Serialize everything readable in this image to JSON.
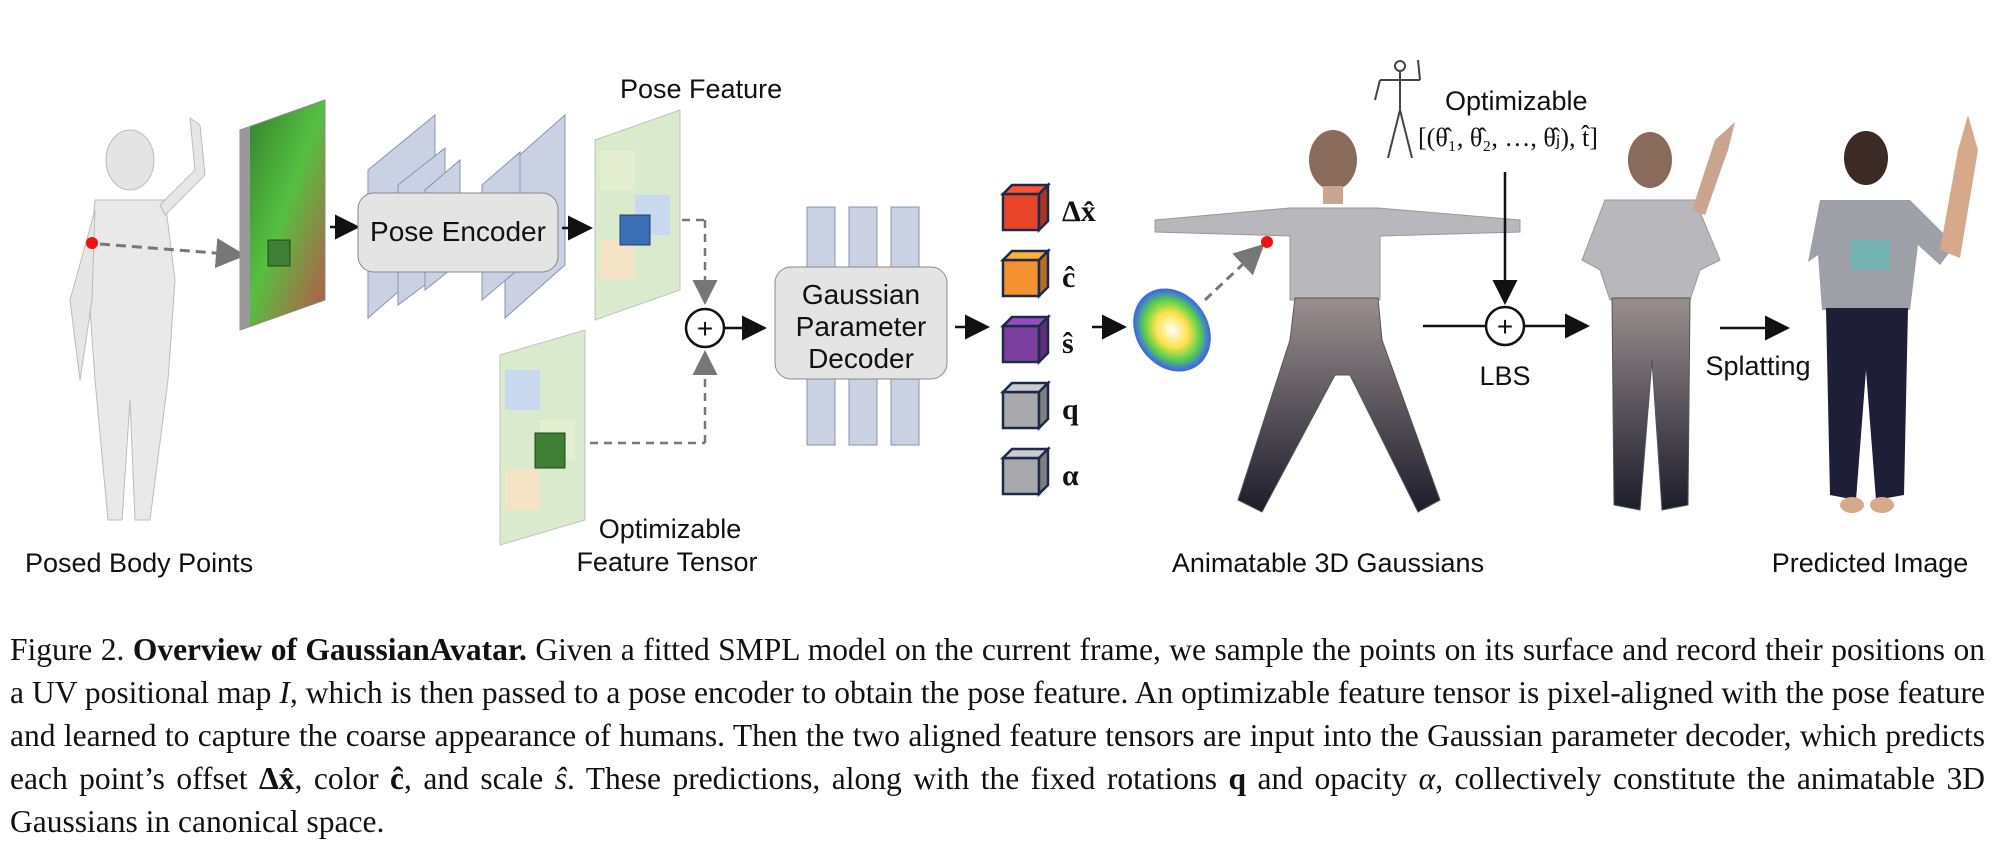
{
  "figure": {
    "labels": {
      "posed_body_points": "Posed Body Points",
      "pose_encoder": "Pose Encoder",
      "pose_feature": "Pose Feature",
      "optimizable_feature_tensor_line1": "Optimizable",
      "optimizable_feature_tensor_line2": "Feature Tensor",
      "decoder_line1": "Gaussian",
      "decoder_line2": "Parameter",
      "decoder_line3": "Decoder",
      "animatable_3d_gaussians": "Animatable 3D Gaussians",
      "optimizable_pose_title": "Optimizable",
      "optimizable_pose_params": "[(θ̂₁, θ̂₂, …, θ̂ⱼ), t̂]",
      "lbs": "LBS",
      "splatting": "Splatting",
      "predicted_image": "Predicted Image",
      "plus": "+"
    },
    "params": [
      {
        "symbol": "Δx̂",
        "color": "#e8442a"
      },
      {
        "symbol": "ĉ",
        "color": "#f3922f"
      },
      {
        "symbol": "ŝ",
        "color": "#7b3fa0"
      },
      {
        "symbol": "q",
        "color": "#a9a9ad"
      },
      {
        "symbol": "α",
        "color": "#a9a9ad"
      }
    ]
  },
  "caption": {
    "prefix": "Figure 2. ",
    "title": "Overview of GaussianAvatar.",
    "t1": " Given a fitted SMPL model on the current frame, we sample the points on its surface and record their positions on a UV positional map ",
    "m1": "I",
    "t2": ", which is then passed to a pose encoder to obtain the pose feature. An optimizable feature tensor is pixel-aligned with the pose feature and learned to capture the coarse appearance of humans. Then the two aligned feature tensors are input into the Gaussian parameter decoder, which predicts each point’s offset ",
    "m2": "Δx̂",
    "t3": ", color ",
    "m3": "ĉ",
    "t4": ", and scale ",
    "m4": "ŝ",
    "t5": ". These predictions, along with the fixed rotations ",
    "m5": "q",
    "t6": " and opacity ",
    "m6": "α",
    "t7": ", collectively constitute the animatable 3D Gaussians in canonical space."
  }
}
